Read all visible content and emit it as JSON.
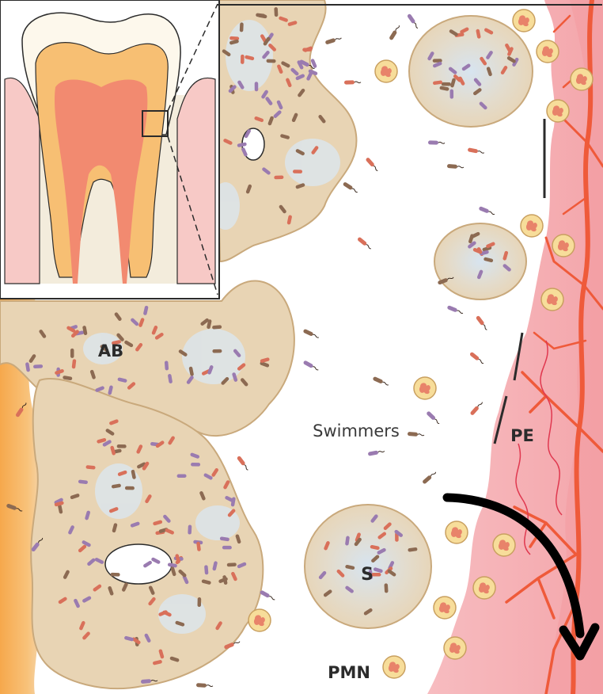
{
  "labels": {
    "ab": "AB",
    "swimmers": "Swimmers",
    "pe": "PE",
    "s": "S",
    "pmn": "PMN"
  },
  "colors": {
    "biofilm_fill": "#e8d4b4",
    "biofilm_stroke": "#c9a97c",
    "micro_colony_core": "#dde6ee",
    "tooth_surface": "#f6b765",
    "epithelium": "#f5b3b7",
    "epithelium_dark": "#f09ba0",
    "vessel": "#ef5a3a",
    "pmn_fill": "#f7dd9a",
    "pmn_nucleus": "#e8836a",
    "bacteria_brown": "#8c6a52",
    "bacteria_purple": "#9a7bb0",
    "bacteria_red": "#d9705a",
    "arrow": "#000000",
    "inset_enamel": "#fdf8ec",
    "inset_dentin": "#f7bf73",
    "inset_pulp": "#f28a70",
    "inset_gingiva": "#f7c9c6",
    "inset_bone": "#f3ecdc"
  },
  "icons": {
    "arrow": "curved-arrow-icon",
    "pmn": "neutrophil-icon"
  }
}
